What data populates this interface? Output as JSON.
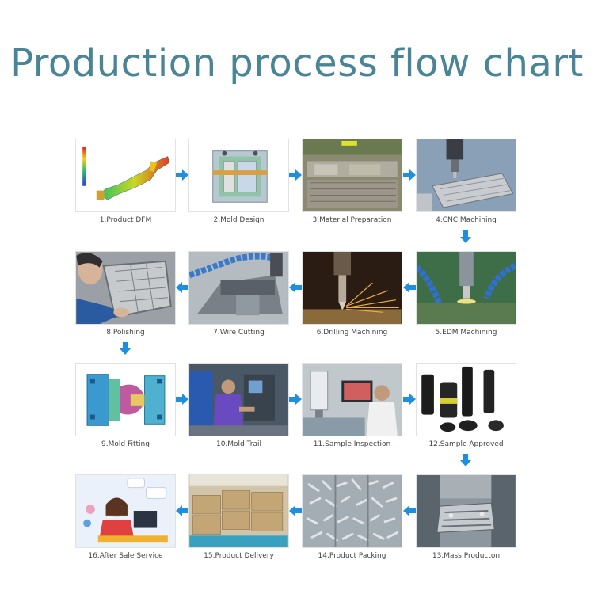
{
  "title": "Production process flow chart",
  "steps": [
    {
      "label": "1.Product DFM",
      "icon": "dfm-render-icon"
    },
    {
      "label": "2.Mold Design",
      "icon": "mold-design-icon"
    },
    {
      "label": "3.Material Preparation",
      "icon": "material-icon"
    },
    {
      "label": "4.CNC Machining",
      "icon": "cnc-icon"
    },
    {
      "label": "5.EDM Machining",
      "icon": "edm-icon"
    },
    {
      "label": "6.Drilling Machining",
      "icon": "drilling-icon"
    },
    {
      "label": "7.Wire Cutting",
      "icon": "wire-cutting-icon"
    },
    {
      "label": "8.Polishing",
      "icon": "polishing-icon"
    },
    {
      "label": "9.Mold Fitting",
      "icon": "mold-fitting-icon"
    },
    {
      "label": "10.Mold Trail",
      "icon": "mold-trial-icon"
    },
    {
      "label": "11.Sample Inspection",
      "icon": "inspection-icon"
    },
    {
      "label": "12.Sample Approved",
      "icon": "sample-parts-icon"
    },
    {
      "label": "13.Mass Producton",
      "icon": "mass-production-icon"
    },
    {
      "label": "14.Product Packing",
      "icon": "packing-icon"
    },
    {
      "label": "15.Product Delivery",
      "icon": "delivery-icon"
    },
    {
      "label": "16.After Sale Service",
      "icon": "support-agent-icon"
    }
  ],
  "colors": {
    "title": "#4a8497",
    "arrow": "#1e8fe0"
  }
}
